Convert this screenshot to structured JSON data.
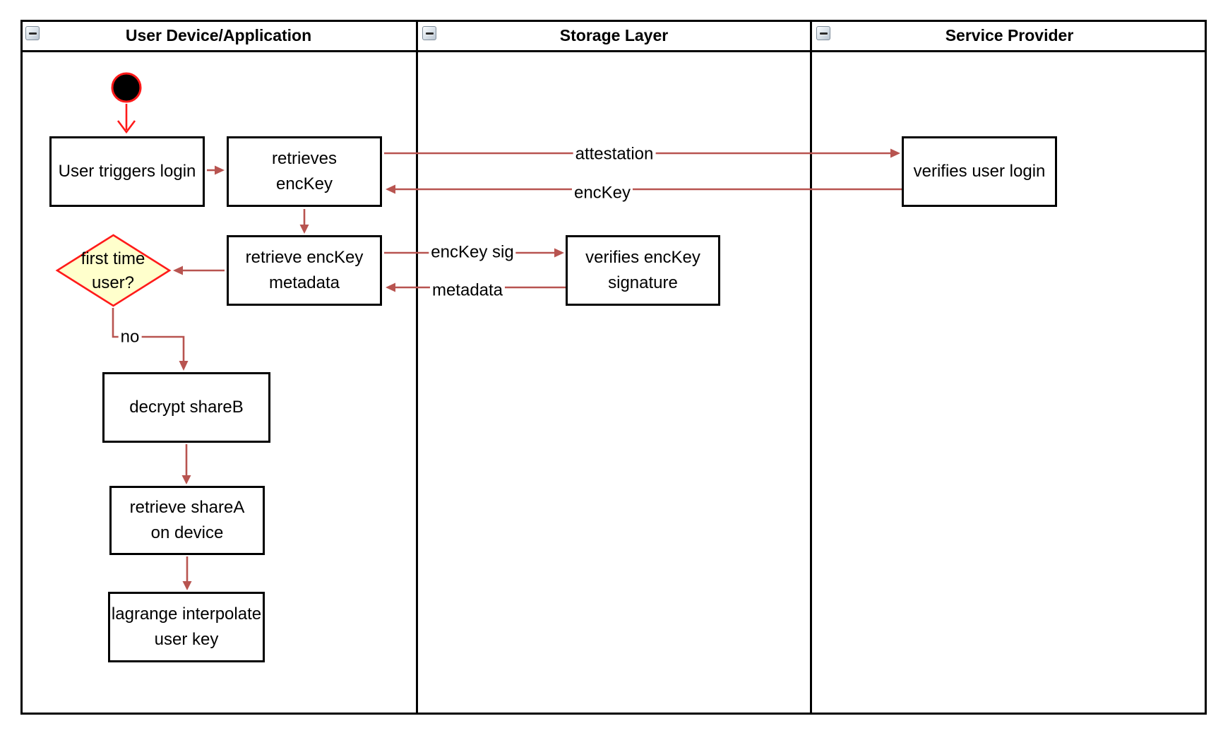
{
  "colors": {
    "arrow_red": "#b85450",
    "bright_red": "#ff1a1a",
    "diamond_fill": "#ffffcc",
    "shape_border": "#000000",
    "background": "#ffffff"
  },
  "lanes": [
    {
      "title": "User Device/Application",
      "collapse_icon": "minus"
    },
    {
      "title": "Storage Layer",
      "collapse_icon": "minus"
    },
    {
      "title": "Service Provider",
      "collapse_icon": "minus"
    }
  ],
  "nodes": {
    "user_triggers_login": "User triggers login",
    "retrieves_enckey": "retrieves\nencKey",
    "retrieve_enckey_metadata": "retrieve encKey\nmetadata",
    "first_time_user": "first time\nuser?",
    "decrypt_shareb": "decrypt shareB",
    "retrieve_sharea": "retrieve shareA\non device",
    "lagrange_interpolate": "lagrange interpolate\nuser key",
    "verifies_enckey_signature": "verifies encKey\nsignature",
    "verifies_user_login": "verifies user login"
  },
  "edge_labels": {
    "attestation": "attestation",
    "enckey": "encKey",
    "enckey_sig": "encKey sig",
    "metadata": "metadata",
    "no": "no"
  }
}
